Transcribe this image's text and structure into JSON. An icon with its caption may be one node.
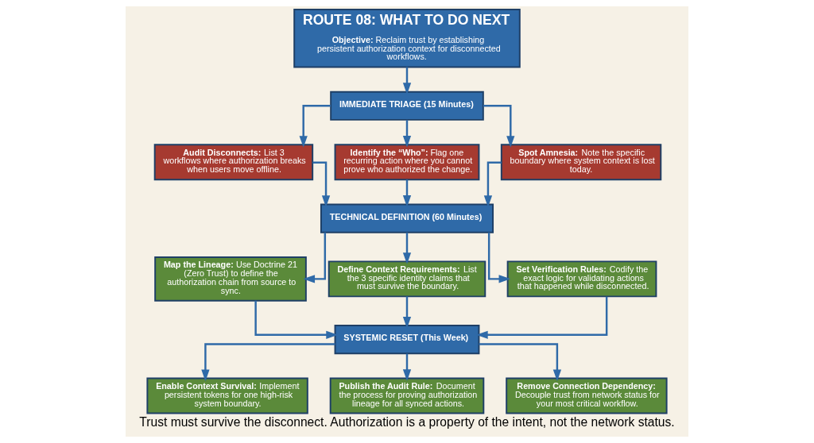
{
  "diagram": {
    "caption": "Trust must survive the disconnect. Authorization is a property of the intent, not the network status.",
    "nodes": [
      {
        "text": [
          "ROUTE 08: WHAT TO DO NEXT",
          "**Objective:** Reclaim trust by establishing persistent authorization context for disconnected workflows."
        ]
      },
      {
        "text": [
          "IMMEDIATE TRIAGE (15 Minutes)"
        ]
      },
      {
        "text": [
          "**Audit Disconnects:** List 3 workflows where authorization breaks when users move offline."
        ]
      },
      {
        "text": [
          "**Identify the “Who”:** Flag one recurring action where you cannot prove who authorized the change."
        ]
      },
      {
        "text": [
          "**Spot Amnesia:** Note the specific boundary where system context is lost today."
        ]
      },
      {
        "text": [
          "TECHNICAL DEFINITION (60 Minutes)"
        ]
      },
      {
        "text": [
          "**Map the Lineage:** Use Doctrine 21 (Zero Trust) to define the authorization chain from source to sync."
        ]
      },
      {
        "text": [
          "**Define Context Requirements:** List the 3 specific identity claims that must survive the boundary."
        ]
      },
      {
        "text": [
          "**Set Verification Rules:** Codify the exact logic for validating actions that happened while disconnected."
        ]
      },
      {
        "text": [
          "SYSTEMIC RESET (This Week)"
        ]
      },
      {
        "text": [
          "**Enable Context Survival:** Implement persistent tokens for one high-risk system boundary."
        ]
      },
      {
        "text": [
          "**Publish the Audit Rule:** Document the process for proving authorization lineage for all synced actions."
        ]
      },
      {
        "text": [
          "**Remove Connection Dependency:** Decouple trust from network status for your most critical workflow."
        ]
      }
    ],
    "edges": [
      {
        "from": 0,
        "to": 1,
        "arrow": "to"
      },
      {
        "from": 1,
        "to": 2,
        "arrow": "to"
      },
      {
        "from": 1,
        "to": 3,
        "arrow": "to"
      },
      {
        "from": 1,
        "to": 4,
        "arrow": "to"
      },
      {
        "from": 2,
        "to": 5,
        "arrow": "to"
      },
      {
        "from": 3,
        "to": 5,
        "arrow": "to"
      },
      {
        "from": 4,
        "to": 5,
        "arrow": "to"
      },
      {
        "from": 5,
        "to": 6,
        "arrow": "to"
      },
      {
        "from": 5,
        "to": 7,
        "arrow": "to"
      },
      {
        "from": 5,
        "to": 8,
        "arrow": "to"
      },
      {
        "from": 6,
        "to": 9,
        "arrow": "to"
      },
      {
        "from": 7,
        "to": 9,
        "arrow": "to"
      },
      {
        "from": 8,
        "to": 9,
        "arrow": "to"
      },
      {
        "from": 9,
        "to": 10,
        "arrow": "to"
      },
      {
        "from": 9,
        "to": 11,
        "arrow": "to"
      },
      {
        "from": 9,
        "to": 12,
        "arrow": "to"
      }
    ]
  }
}
